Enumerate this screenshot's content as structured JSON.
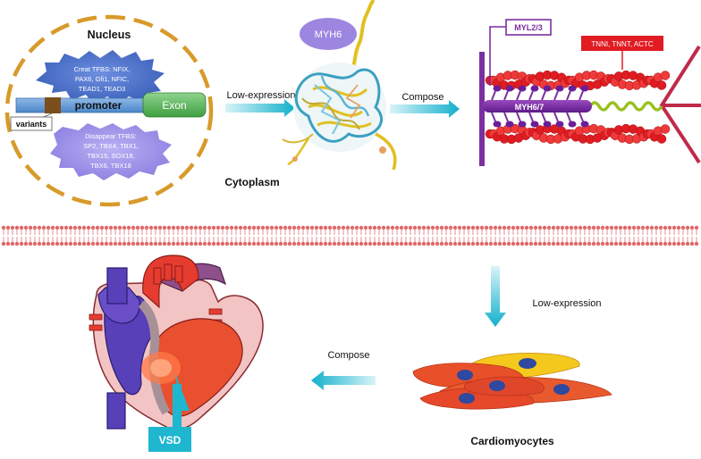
{
  "nucleus": {
    "title": "Nucleus",
    "created_tfbs": [
      "Creat TFBS: NFIX,",
      "PAX6, Gfi1, NFIC,",
      "TEAD1, TEAD3"
    ],
    "promoter_label": "promoter",
    "exon_label": "Exon",
    "variants_label": "variants",
    "disappear_tfbs": [
      "Disappear TFBS:",
      "SP2, TBX4, TBX1,",
      "TBX15, SOX18,",
      "TBX6, TBX18"
    ]
  },
  "flow": {
    "arrow1_label": "Low-expression",
    "arrow2_label": "Compose",
    "arrow3_label": "Low-expression",
    "arrow4_label": "Compose"
  },
  "protein": {
    "label": "MYH6",
    "region_label": "Cytoplasm"
  },
  "sarcomere": {
    "myl_label": "MYL2/3",
    "tn_label": "TNNI, TNNT, ACTC",
    "myh_label": "MYH6/7"
  },
  "cells": {
    "label": "Cardiomyocytes"
  },
  "heart": {
    "vsd_label": "VSD"
  },
  "colors": {
    "arrow": "#1fb6cf",
    "nucleus_border": "#d89a2a",
    "promoter_bar": "#5b9bd5",
    "exon": "#5fb95f",
    "variant_box": "#7a4f1c",
    "created_blob": "#4a70c8",
    "disappear_blob": "#9a90e8",
    "myh6_oval": "#9d86e0",
    "myl_purple": "#7b2fa0",
    "actin_red": "#e01c22",
    "titin_green": "#9ac020",
    "z_disc": "#c02a4a",
    "vsd_box": "#1fb6cf"
  }
}
